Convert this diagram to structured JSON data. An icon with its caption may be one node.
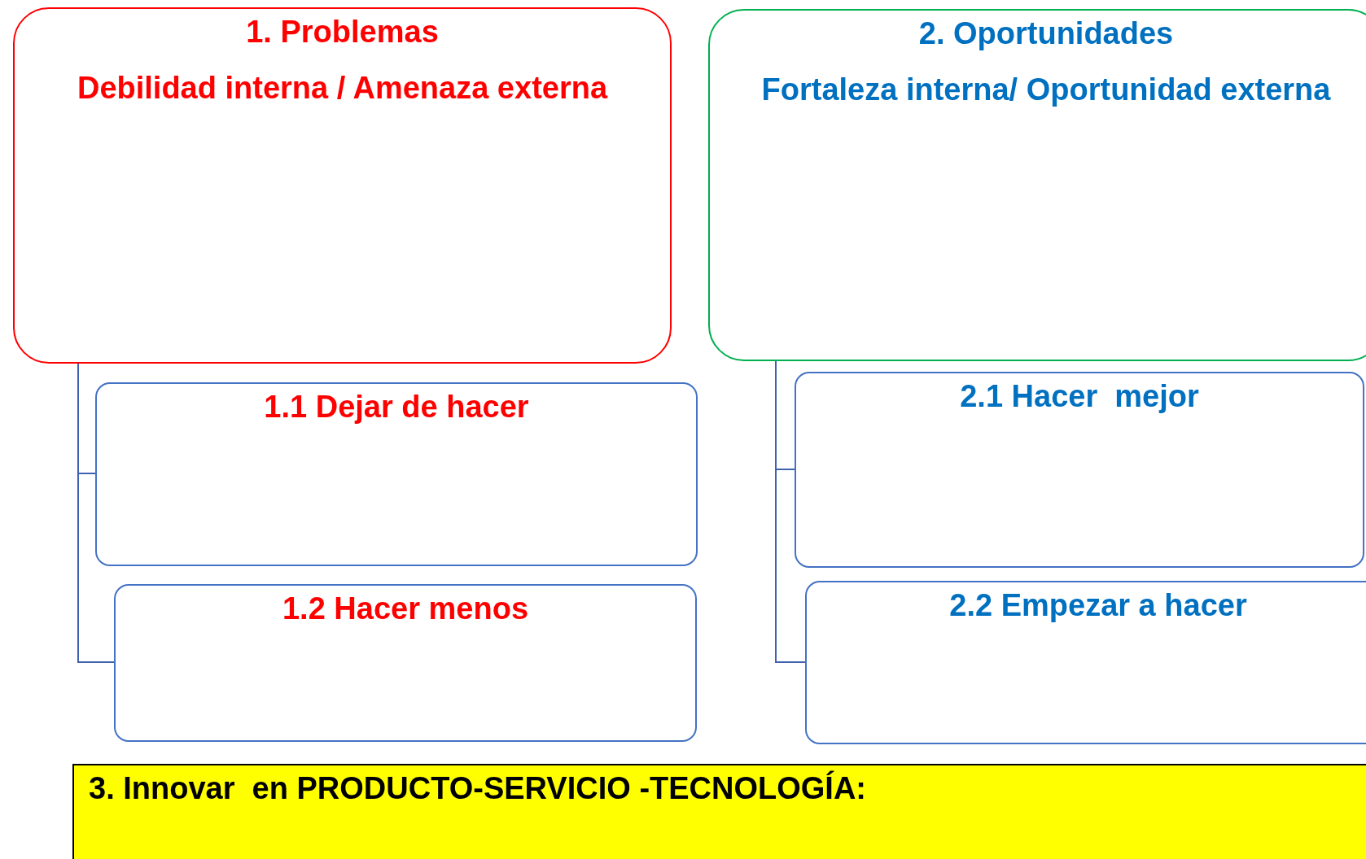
{
  "diagram": {
    "nodes": [
      {
        "text": [
          "1. Problemas",
          "Debilidad interna / Amenaza externa"
        ]
      },
      {
        "text": [
          "2. Oportunidades",
          "Fortaleza interna/ Oportunidad externa"
        ]
      },
      {
        "text": [
          "1.1 Dejar de hacer"
        ]
      },
      {
        "text": [
          "1.2 Hacer menos"
        ]
      },
      {
        "text": [
          "2.1 Hacer  mejor"
        ]
      },
      {
        "text": [
          "2.2 Empezar a hacer"
        ]
      },
      {
        "text": [
          "3. Innovar  en PRODUCTO-SERVICIO -TECNOLOGÍA:"
        ]
      }
    ],
    "edges": [
      {
        "from": 0,
        "to": 2,
        "arrow": "none"
      },
      {
        "from": 0,
        "to": 3,
        "arrow": "none"
      },
      {
        "from": 1,
        "to": 4,
        "arrow": "none"
      },
      {
        "from": 1,
        "to": 5,
        "arrow": "none"
      }
    ]
  }
}
